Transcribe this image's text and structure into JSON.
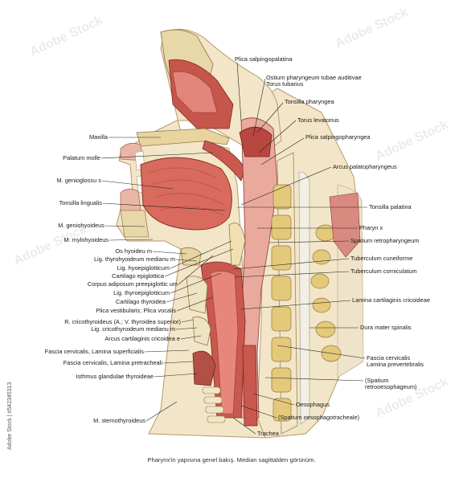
{
  "labels_right": [
    "Plica salpingopalatina",
    "Ostium pharyngeum tubae auditivae",
    "Torus tubarius",
    "Tonsilla pharyngea",
    "Torus levatorius",
    "Plica salpingopharyngea",
    "Arcus palatopharyngeus",
    "Tonsilla palatina",
    "Pharyn x",
    "Spatium retropharyngeum",
    "Tuberculum cuneiforme",
    "Tuberculum corniculatum",
    "Lamina cartilaginis cricoideae",
    "Dura mater spinalis",
    "Fascia cervicalis",
    "Lamina prevertebralis",
    "(Spatium",
    "retrooesophageum)",
    "Oesophagus",
    "(Spatium oesophagotracheale)",
    "Trachea"
  ],
  "labels_left": [
    "Maxilla",
    "Palatum molle",
    "M. genioglossu s",
    "Tonsilla lingualis",
    "M. geniohyoideus",
    "M. mylohyoideus",
    "Os hyoideu m",
    "Lig. thyrohyoideum medianu m",
    "Lig. hyoepiglotticum",
    "Cartilago epiglottica",
    "Corpus adiposum preepiglottic um",
    "Lig. thyroepiglotticum",
    "Cartilago thyroidea",
    "Plica vestibularis; Plica vocalis",
    "R. cricothyroideus (A.; V. thyroidea superior)",
    "Lig. cricothyroideum medianu m",
    "Arcus cartilaginis cricoidea e",
    "Fascia cervicalis, Lamina superficialis",
    "Fascia cervicalis, Lamina pretracheali",
    "Isthmus glandulae thyroideae",
    "M. sternothyroideus"
  ],
  "caption": "Pharynx'in yapısına genel bakış. Median sagittalden görünüm.",
  "side_text": "Adobe Stock | #542345313",
  "watermark": "Adobe Stock"
}
